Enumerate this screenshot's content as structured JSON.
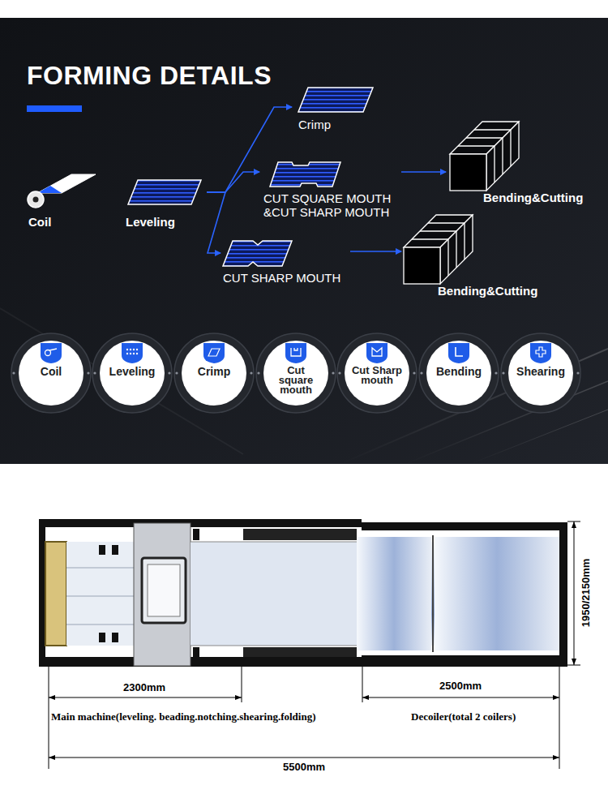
{
  "diagram": {
    "title": "FORMING DETAILS",
    "nodes": [
      {
        "text": [
          "Coil"
        ]
      },
      {
        "text": [
          "Leveling"
        ]
      },
      {
        "text": [
          "Crimp"
        ]
      },
      {
        "text": [
          "CUT SQUARE MOUTH &CUT SHARP MOUTH"
        ]
      },
      {
        "text": [
          "CUT SHARP MOUTH"
        ]
      },
      {
        "text": [
          "Bending&Cutting"
        ]
      },
      {
        "text": [
          "Bending&Cutting"
        ]
      },
      {
        "text": [
          "Coil"
        ]
      },
      {
        "text": [
          "Leveling"
        ]
      },
      {
        "text": [
          "Crimp"
        ]
      },
      {
        "text": [
          "Cut square mouth"
        ]
      },
      {
        "text": [
          "Cut Sharp mouth"
        ]
      },
      {
        "text": [
          "Bending"
        ]
      },
      {
        "text": [
          "Shearing"
        ]
      }
    ],
    "edges": [
      {
        "from": 1,
        "to": 2,
        "arrow": "to"
      },
      {
        "from": 1,
        "to": 3,
        "arrow": "to"
      },
      {
        "from": 1,
        "to": 4,
        "arrow": "to"
      },
      {
        "from": 3,
        "to": 5,
        "arrow": "to"
      },
      {
        "from": 4,
        "to": 6,
        "arrow": "to"
      }
    ],
    "labels": [
      "1950/2150mm",
      "2300mm",
      "2500mm",
      "Main machine(leveling. beading.notching.shearing.folding)",
      "Decoiler(total 2 coilers)",
      "5500mm"
    ]
  }
}
